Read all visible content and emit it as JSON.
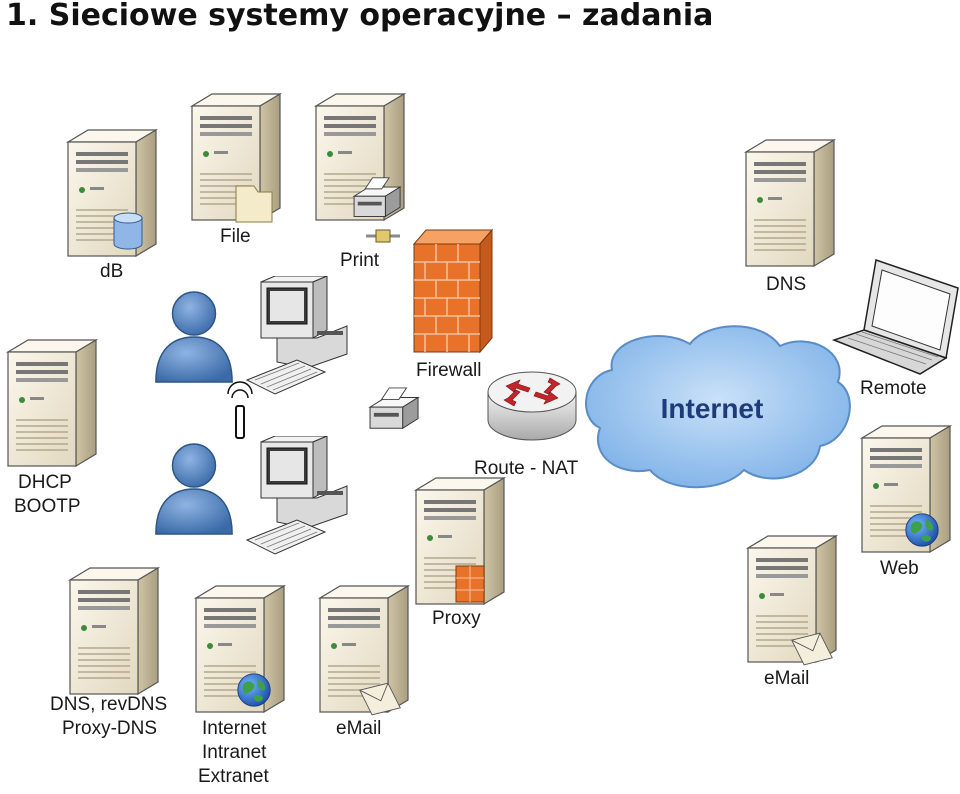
{
  "title": "1. Sieciowe systemy operacyjne – zadania",
  "nodes": {
    "db": {
      "label": "dB"
    },
    "file": {
      "label": "File"
    },
    "print": {
      "label": "Print"
    },
    "firewall": {
      "label": "Firewall"
    },
    "dhcp": {
      "line1": "DHCP",
      "line2": "BOOTP"
    },
    "router": {
      "label": "Route - NAT"
    },
    "internet": {
      "label": "Internet"
    },
    "proxy": {
      "label": "Proxy"
    },
    "dns_rev": {
      "line1": "DNS, revDNS",
      "line2": "Proxy-DNS"
    },
    "intranet": {
      "line1": "Internet",
      "line2": "Intranet",
      "line3": "Extranet"
    },
    "email_left": {
      "label": "eMail"
    },
    "dns_remote": {
      "label": "DNS"
    },
    "remote": {
      "label": "Remote"
    },
    "web": {
      "label": "Web"
    },
    "email_right": {
      "label": "eMail"
    }
  },
  "colors": {
    "server_front": "#f1ead8",
    "server_side": "#bdb395",
    "user": "#4f81bd",
    "cloud": "#99c4ee",
    "cloud_text": "#1f3c78",
    "firewall": "#e8722a",
    "router_arrows": "#c0262a"
  }
}
